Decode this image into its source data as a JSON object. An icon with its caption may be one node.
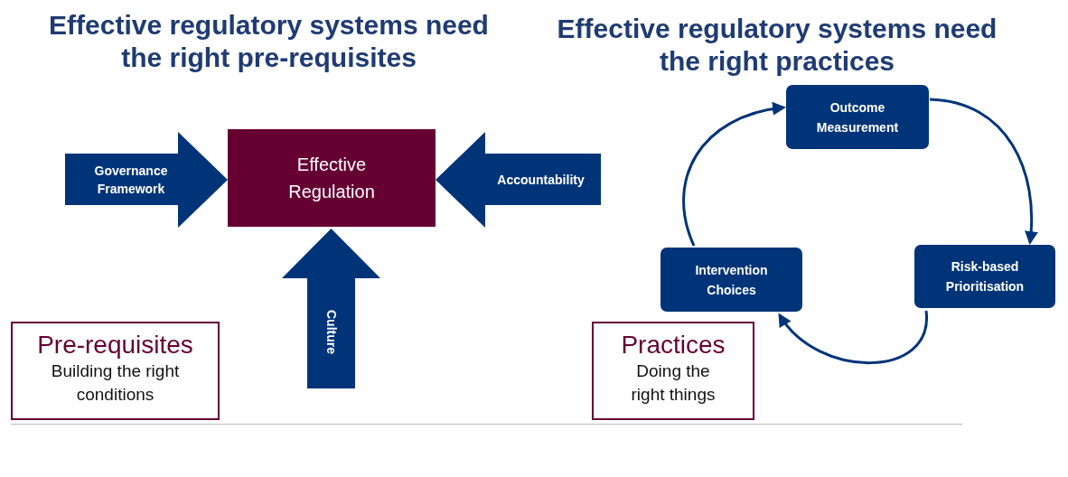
{
  "diagram": {
    "nodes": [
      {
        "text": [
          "Governance Framework"
        ]
      },
      {
        "text": [
          "Effective Regulation"
        ]
      },
      {
        "text": [
          "Accountability"
        ]
      },
      {
        "text": [
          "Culture"
        ]
      },
      {
        "text": [
          "Pre-requisites",
          "Building the right conditions"
        ]
      },
      {
        "text": [
          "Outcome Measurement"
        ]
      },
      {
        "text": [
          "Risk-based Prioritisation"
        ]
      },
      {
        "text": [
          "Intervention Choices"
        ]
      },
      {
        "text": [
          "Practices",
          "Doing the right things"
        ]
      }
    ],
    "edges": [
      {
        "from": 5,
        "to": 6,
        "arrow": "to"
      },
      {
        "from": 6,
        "to": 7,
        "arrow": "to"
      },
      {
        "from": 7,
        "to": 5,
        "arrow": "to"
      }
    ],
    "labels": [
      "Effective regulatory systems need the right pre-requisites",
      "Effective regulatory systems need the right practices"
    ]
  }
}
